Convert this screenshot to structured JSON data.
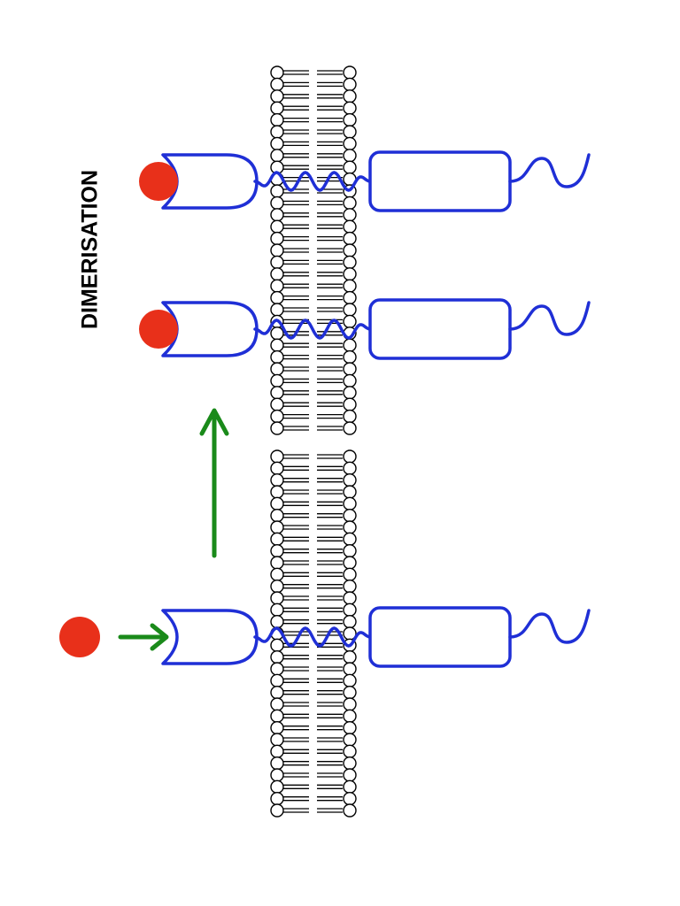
{
  "label": {
    "text": "DIMERISATION"
  },
  "colors": {
    "receptor": "#1f2fd6",
    "ligand": "#e8301a",
    "arrow": "#1a8a1a",
    "membrane": "#000000",
    "text": "#000000",
    "background": "#ffffff"
  },
  "membrane": {
    "segments": 2
  },
  "receptors": [
    {
      "name": "dimer-receptor-upper",
      "ligand_bound": true
    },
    {
      "name": "dimer-receptor-lower",
      "ligand_bound": true
    },
    {
      "name": "monomer-receptor",
      "ligand_bound": false
    }
  ],
  "arrows": [
    {
      "name": "ligand-binding-arrow",
      "direction": "right"
    },
    {
      "name": "dimerisation-arrow",
      "direction": "up"
    }
  ]
}
